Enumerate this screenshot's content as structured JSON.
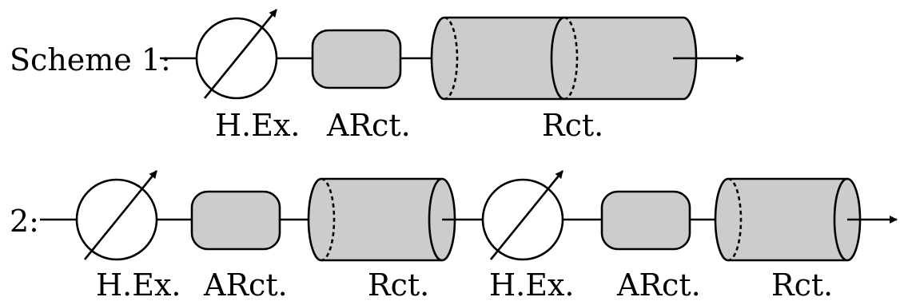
{
  "colors": {
    "stroke": "#000000",
    "fill": "#cccccc",
    "background": "#ffffff"
  },
  "scheme1": {
    "prefix": "Scheme 1:",
    "labels": {
      "heat_exchanger": "H.Ex.",
      "adiabatic_reactor": "ARct.",
      "reactor": "Rct."
    }
  },
  "scheme2": {
    "prefix": "2:",
    "labels": {
      "heat_exchanger_1": "H.Ex.",
      "adiabatic_reactor_1": "ARct.",
      "reactor_1": "Rct.",
      "heat_exchanger_2": "H.Ex.",
      "adiabatic_reactor_2": "ARct.",
      "reactor_2": "Rct."
    }
  }
}
